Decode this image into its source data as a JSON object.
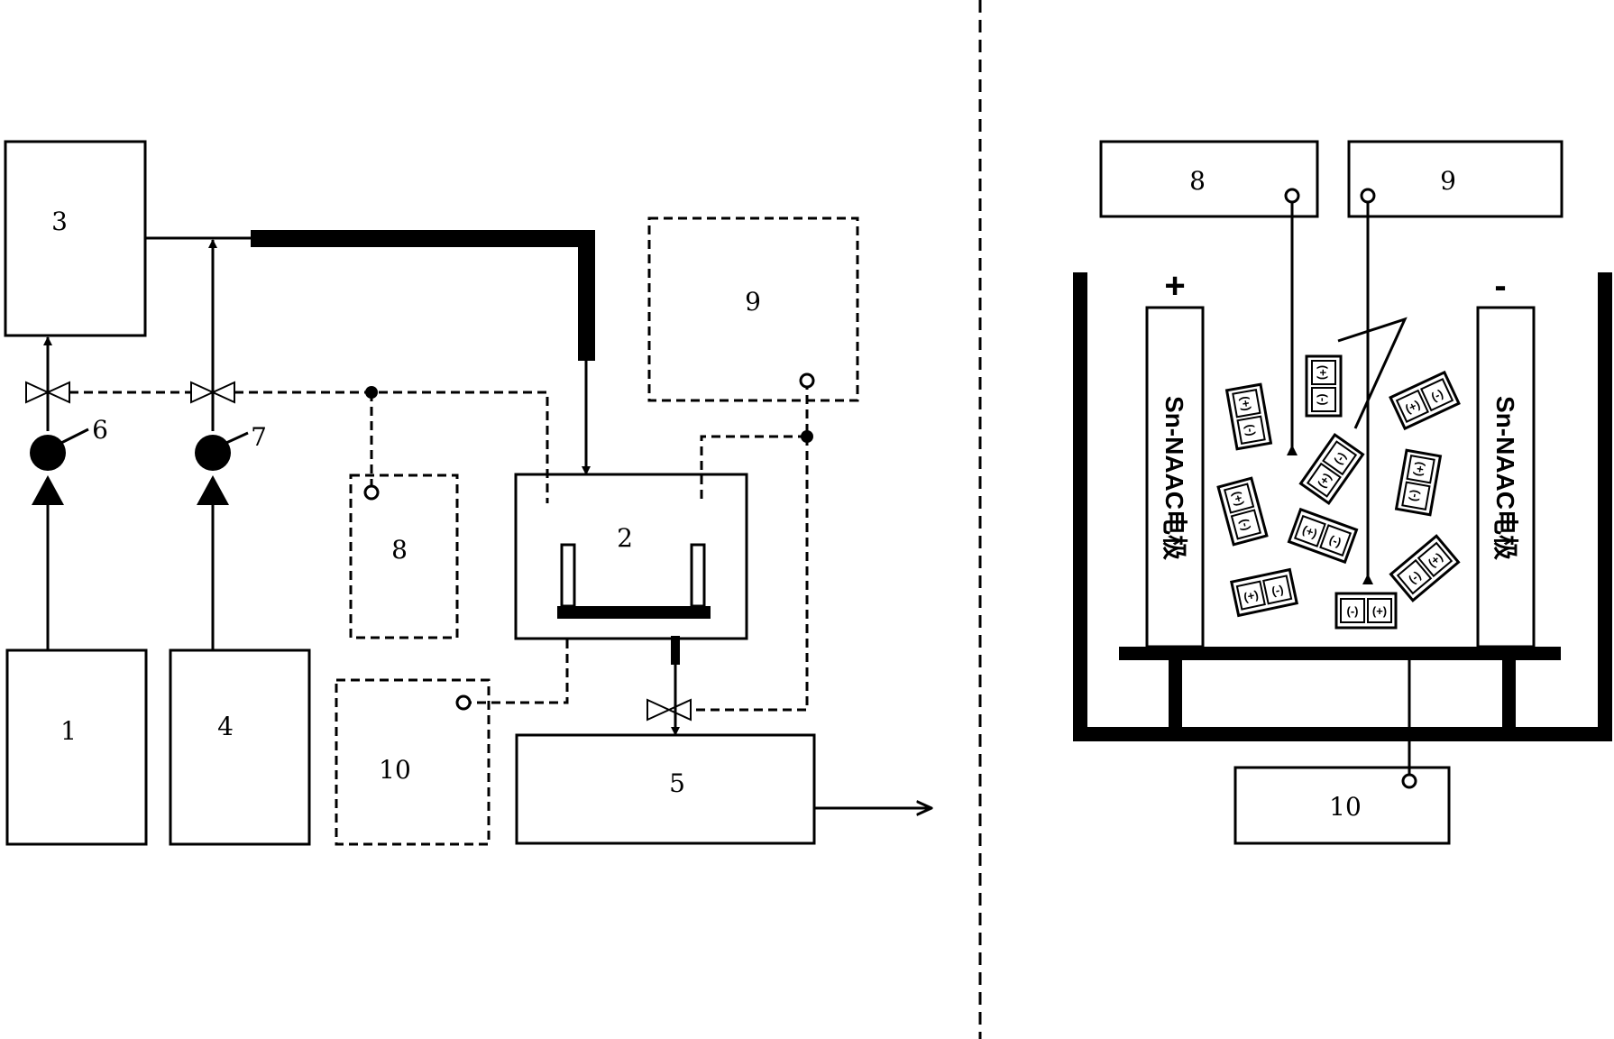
{
  "left": {
    "boxes": {
      "b1": "1",
      "b2": "2",
      "b3": "3",
      "b4": "4",
      "b5": "5",
      "b8": "8",
      "b9": "9",
      "b10": "10"
    },
    "pumps": {
      "p6": "6",
      "p7": "7"
    }
  },
  "right": {
    "boxes": {
      "b8": "8",
      "b9": "9",
      "b10": "10"
    },
    "electrodes": {
      "positive_sign": "+",
      "negative_sign": "-",
      "label": "Sn-NAAC电极"
    },
    "particles": [
      {
        "a": "(+)",
        "b": "(-)"
      },
      {
        "a": "(+)",
        "b": "(-)"
      },
      {
        "a": "(+)",
        "b": "(-)"
      },
      {
        "a": "(+)",
        "b": "(-)"
      },
      {
        "a": "(+)",
        "b": "(-)"
      },
      {
        "a": "(+)",
        "b": "(-)"
      },
      {
        "a": "(+)",
        "b": "(-)"
      },
      {
        "a": "(-)",
        "b": "(+)"
      },
      {
        "a": "(+)",
        "b": "(-)"
      },
      {
        "a": "(-)",
        "b": "(+)"
      }
    ]
  }
}
